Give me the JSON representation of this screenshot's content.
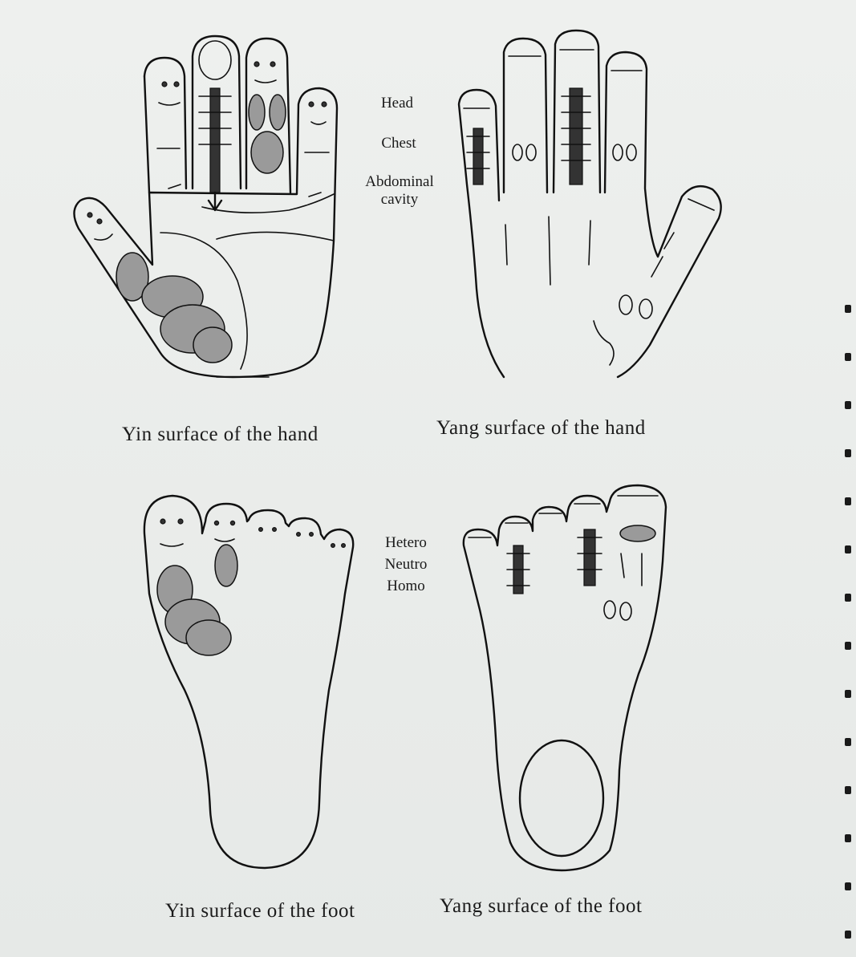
{
  "captions": {
    "yin_hand": "Yin surface of the hand",
    "yang_hand": "Yang surface of the hand",
    "yin_foot": "Yin surface of the foot",
    "yang_foot": "Yang surface of the foot"
  },
  "hand_zones": {
    "head": "Head",
    "chest": "Chest",
    "abdominal_line1": "Abdominal",
    "abdominal_line2": "cavity"
  },
  "foot_zones": {
    "hetero": "Hetero",
    "neutro": "Neutro",
    "homo": "Homo"
  }
}
